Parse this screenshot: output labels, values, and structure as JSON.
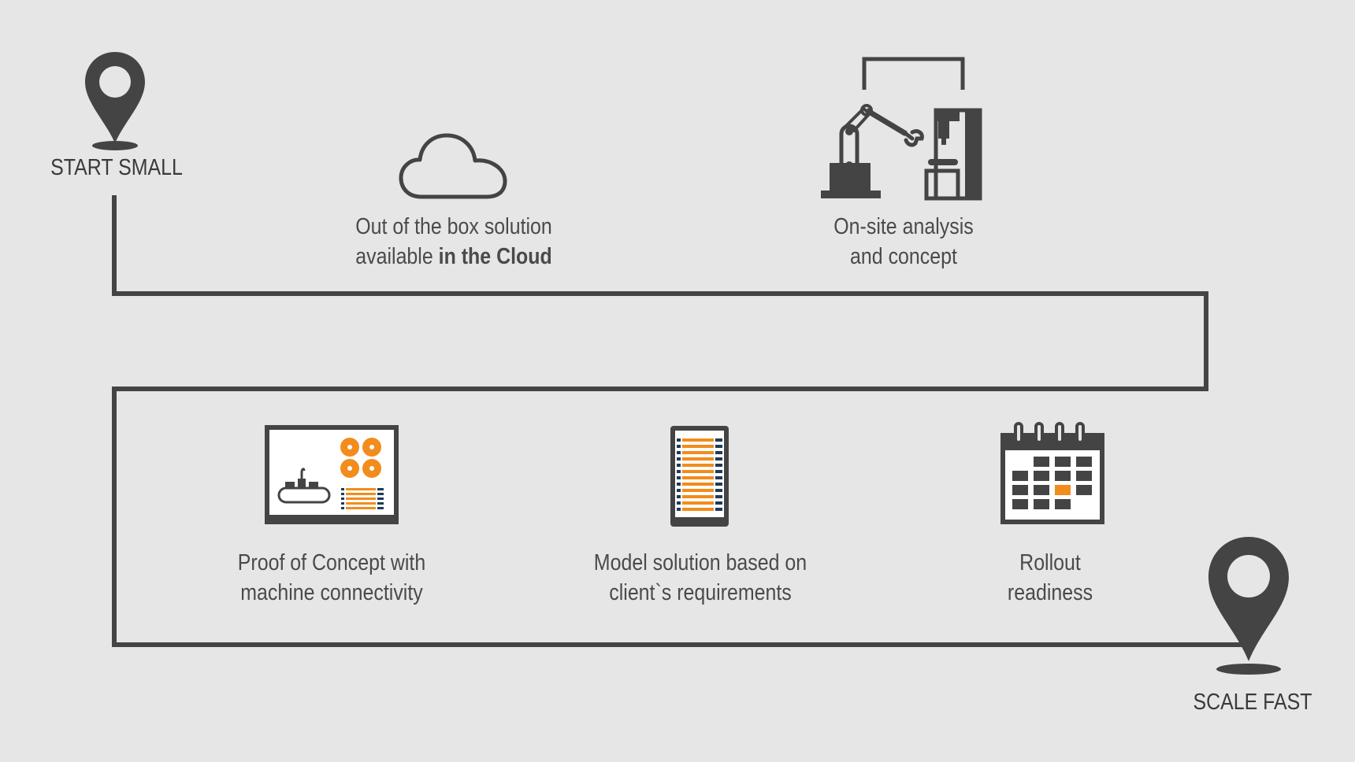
{
  "milestones": {
    "start": "START SMALL",
    "end": "SCALE FAST"
  },
  "steps": [
    {
      "line1": "Out of the box solution",
      "line2_prefix": "available ",
      "line2_bold": "in the Cloud",
      "icon": "cloud-icon"
    },
    {
      "line1": "On-site analysis",
      "line2": "and concept",
      "icon": "robot-arm-icon"
    },
    {
      "line1": "Proof of Concept with",
      "line2": "machine connectivity",
      "icon": "monitor-dashboard-icon"
    },
    {
      "line1": "Model solution based on",
      "line2": "client`s requirements",
      "icon": "tablet-list-icon"
    },
    {
      "line1": "Rollout",
      "line2": "readiness",
      "icon": "calendar-icon"
    }
  ],
  "colors": {
    "background": "#e6e6e6",
    "line": "#444444",
    "accent": "#f28c1c",
    "navy": "#1f3b57"
  }
}
